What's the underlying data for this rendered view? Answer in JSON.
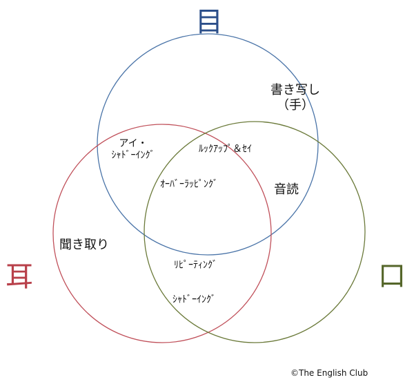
{
  "colors": {
    "eye": "#2c4f8a",
    "ear": "#b8404a",
    "mouth": "#55662a",
    "eye_circle": "#4a74a8",
    "ear_circle": "#c0505a",
    "mouth_circle": "#6b7a3a"
  },
  "circles": {
    "eye": "目",
    "ear": "耳",
    "mouth": "口"
  },
  "regions": {
    "eye_only": [
      "書き写し",
      "（手）"
    ],
    "eye_ear": [
      "アイ・",
      "ｼｬﾄﾞｰｲﾝｸﾞ"
    ],
    "eye_mouth_top": "ﾙｯｸｱｯﾌﾟ＆ｾｲ",
    "all_three": "ｵｰﾊﾞｰﾗｯﾋﾟﾝｸﾞ",
    "eye_mouth_right": "音読",
    "ear_only": "聞き取り",
    "ear_mouth_1": "ﾘﾋﾟｰﾃｨﾝｸﾞ",
    "ear_mouth_2": "ｼｬﾄﾞｰｲﾝｸﾞ"
  },
  "copyright": "©The English Club"
}
